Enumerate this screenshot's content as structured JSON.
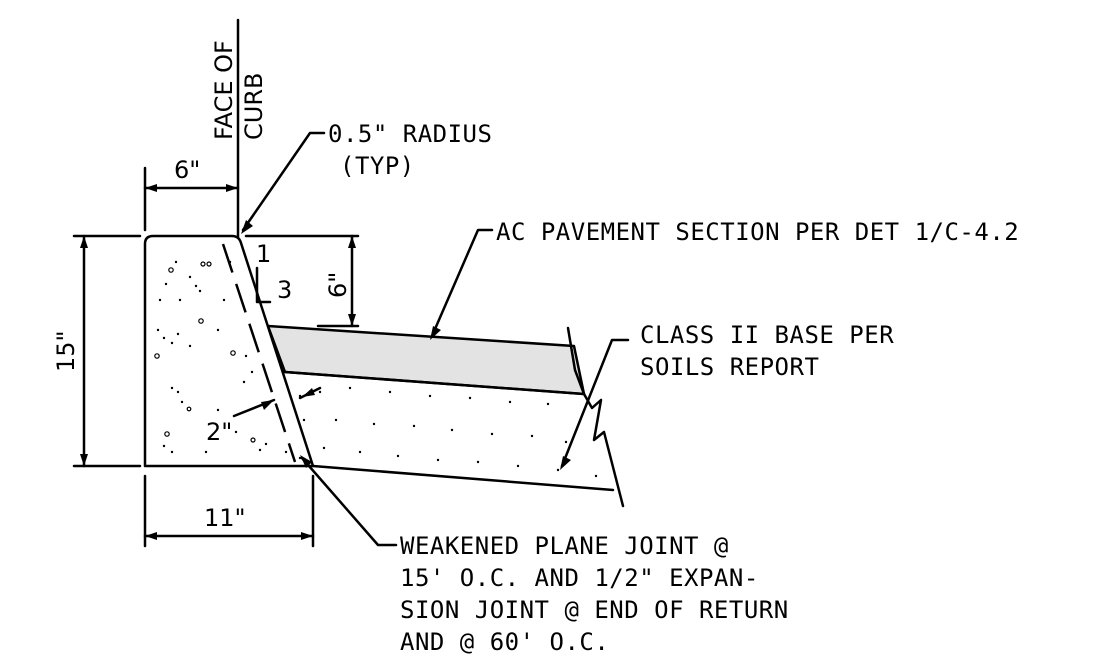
{
  "labels": {
    "face_of_curb_line1": "FACE OF",
    "face_of_curb_line2": "CURB",
    "radius_line1": "0.5\" RADIUS",
    "radius_line2": "(TYP)",
    "dim_top_width": "6\"",
    "dim_height": "15\"",
    "dim_batter_height": "6\"",
    "slope_rise": "1",
    "slope_run": "3",
    "dim_joint_depth": "2\"",
    "dim_base_width": "11\"",
    "ac_pavement": "AC PAVEMENT SECTION PER DET 1/C-4.2",
    "base_line1": "CLASS II BASE PER",
    "base_line2": "SOILS REPORT",
    "joint_line1": "WEAKENED PLANE JOINT @",
    "joint_line2": "15' O.C. AND 1/2\" EXPAN-",
    "joint_line3": "SION JOINT @ END OF RETURN",
    "joint_line4": "AND @ 60' O.C."
  },
  "colors": {
    "pavement_fill": "#e3e3e3",
    "line": "#000000"
  }
}
